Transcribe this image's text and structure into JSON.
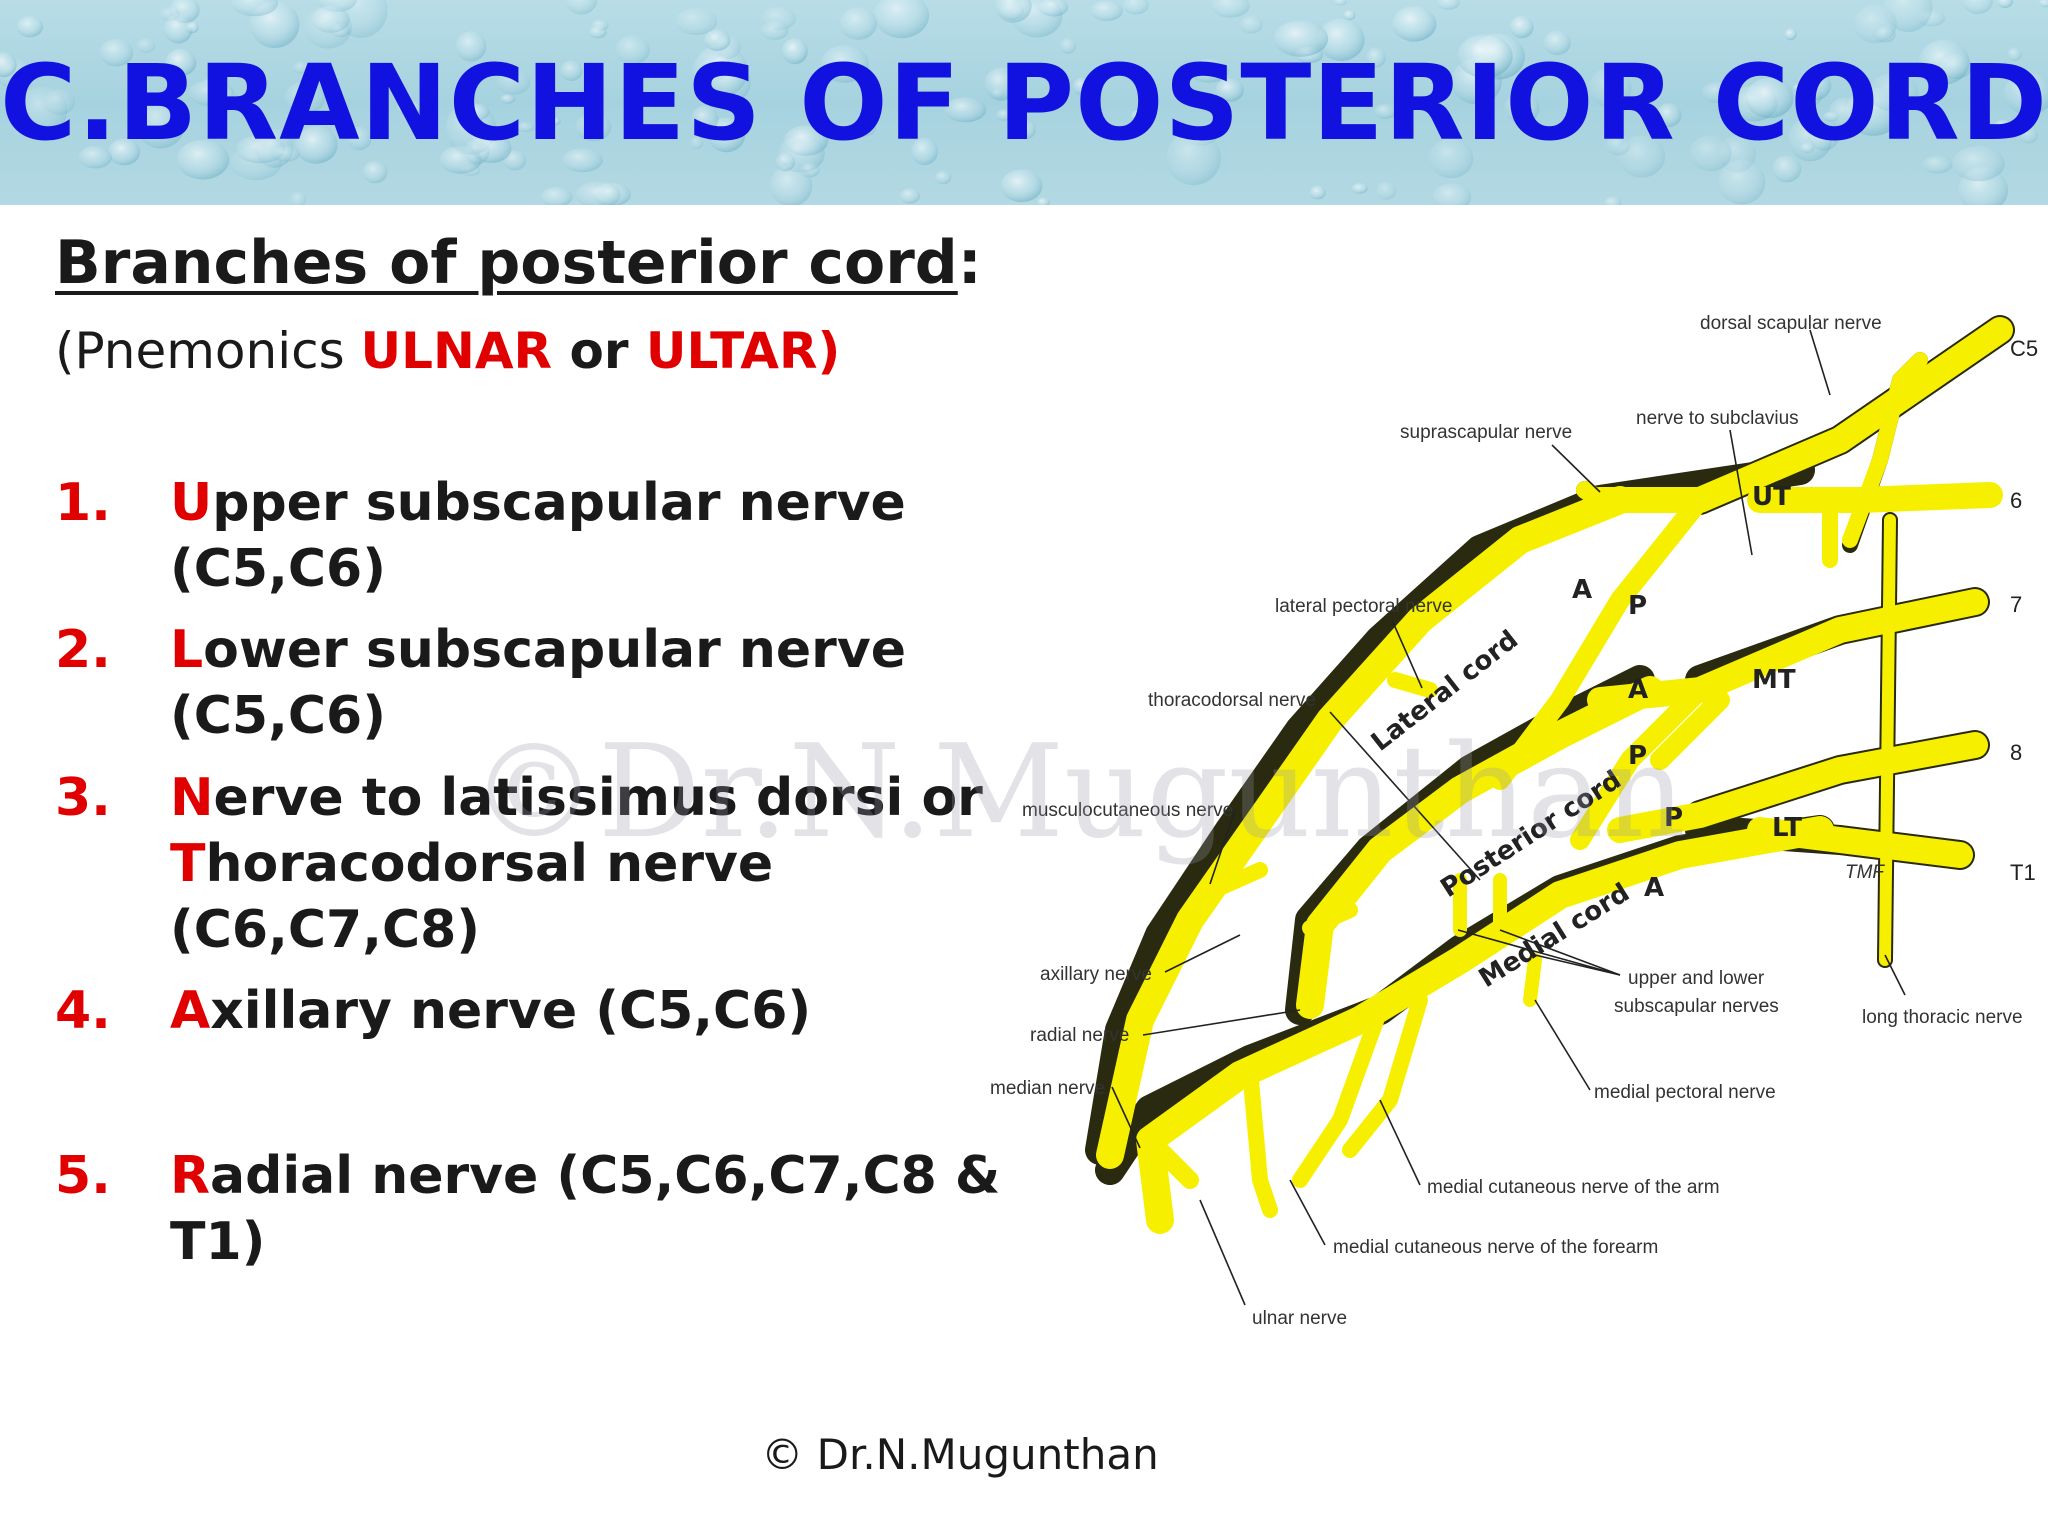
{
  "header": {
    "title": "C.BRANCHES OF POSTERIOR CORD"
  },
  "subheading": {
    "text": "Branches of posterior cord",
    "colon": ":"
  },
  "mnemonic": {
    "open": "(Pnemonics ",
    "word1": "ULNAR",
    "middle": " or ",
    "word2": "ULTAR)"
  },
  "items": [
    {
      "num": "1.",
      "first": "U",
      "rest": "pper subscapular nerve",
      "line2": "(C5,C6)"
    },
    {
      "num": "2.",
      "first": "L",
      "rest": "ower subscapular nerve",
      "line2": "(C5,C6)"
    },
    {
      "num": "3.",
      "first": "N",
      "rest": "erve to latissimus dorsi or",
      "first2": "T",
      "rest2": "horacodorsal nerve",
      "line3": "(C6,C7,C8)"
    },
    {
      "num": "4.",
      "first": "A",
      "rest": "xillary nerve (C5,C6)"
    },
    {
      "num": "5.",
      "first": "R",
      "rest": "adial nerve (C5,C6,C7,C8 &",
      "line2": "T1)"
    }
  ],
  "diagram": {
    "roots": [
      "C5",
      "6",
      "7",
      "8",
      "T1"
    ],
    "trunks": [
      "UT",
      "MT",
      "LT"
    ],
    "divisions": [
      "A",
      "P",
      "A",
      "P",
      "P",
      "A"
    ],
    "cords": [
      "Lateral cord",
      "Posterior cord",
      "Medial cord"
    ],
    "labels": {
      "dorsal_scapular": "dorsal scapular nerve",
      "nerve_to_subclavius": "nerve to subclavius",
      "suprascapular": "suprascapular nerve",
      "lateral_pectoral": "lateral pectoral nerve",
      "thoracodorsal": "thoracodorsal nerve",
      "musculocutaneous": "musculocutaneous nerve",
      "axillary": "axillary nerve",
      "radial": "radial nerve",
      "median": "median nerve",
      "subscapulars_1": "upper and lower",
      "subscapulars_2": "subscapular nerves",
      "long_thoracic": "long thoracic nerve",
      "medial_pectoral": "medial pectoral nerve",
      "med_cut_arm": "medial cutaneous nerve of the arm",
      "med_cut_forearm": "medial cutaneous nerve of the forearm",
      "ulnar": "ulnar nerve",
      "artist_mark": "TMF"
    }
  },
  "watermark": "©Dr.N.Mugunthan",
  "footer": "© Dr.N.Mugunthan",
  "colors": {
    "title": "#1212e0",
    "accent_red": "#e00000",
    "nerve_yellow": "#f6f000",
    "header_bg": "#a6d2df"
  }
}
